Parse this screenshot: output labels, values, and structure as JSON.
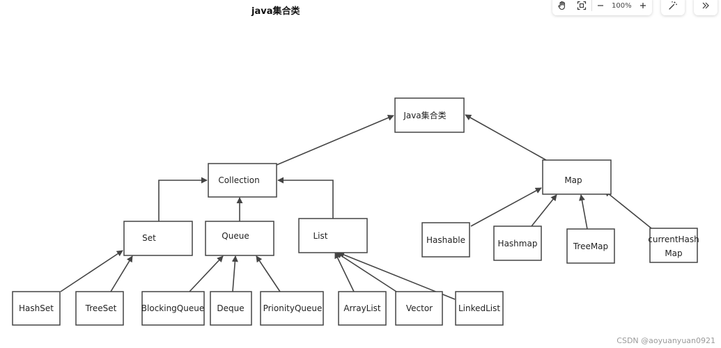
{
  "page_title": "java集合类",
  "toolbar": {
    "zoom_label": "100%",
    "hand_icon": "hand-icon",
    "fit_icon": "fit-screen-icon",
    "zoom_out_icon": "minus-icon",
    "zoom_in_icon": "plus-icon",
    "magic_icon": "magic-wand-icon",
    "expand_icon": "double-chevron-right-icon"
  },
  "nodes": {
    "java": "Java集合类",
    "collection": "Collection",
    "map": "Map",
    "set": "Set",
    "queue": "Queue",
    "list": "List",
    "hashable": "Hashable",
    "hashmap": "Hashmap",
    "treemap": "TreeMap",
    "currenthashmap_line1": "currentHash",
    "currenthashmap_line2": "Map",
    "hashset": "HashSet",
    "treeset": "TreeSet",
    "blockingqueue": "BlockingQueue",
    "deque": "Deque",
    "prionityqueue": "PrionityQueue",
    "arraylist": "ArrayList",
    "vector": "Vector",
    "linkedlist": "LinkedList"
  },
  "watermark": "CSDN @aoyuanyuan0921",
  "colors": {
    "stroke": "#444444",
    "background": "#ffffff"
  }
}
